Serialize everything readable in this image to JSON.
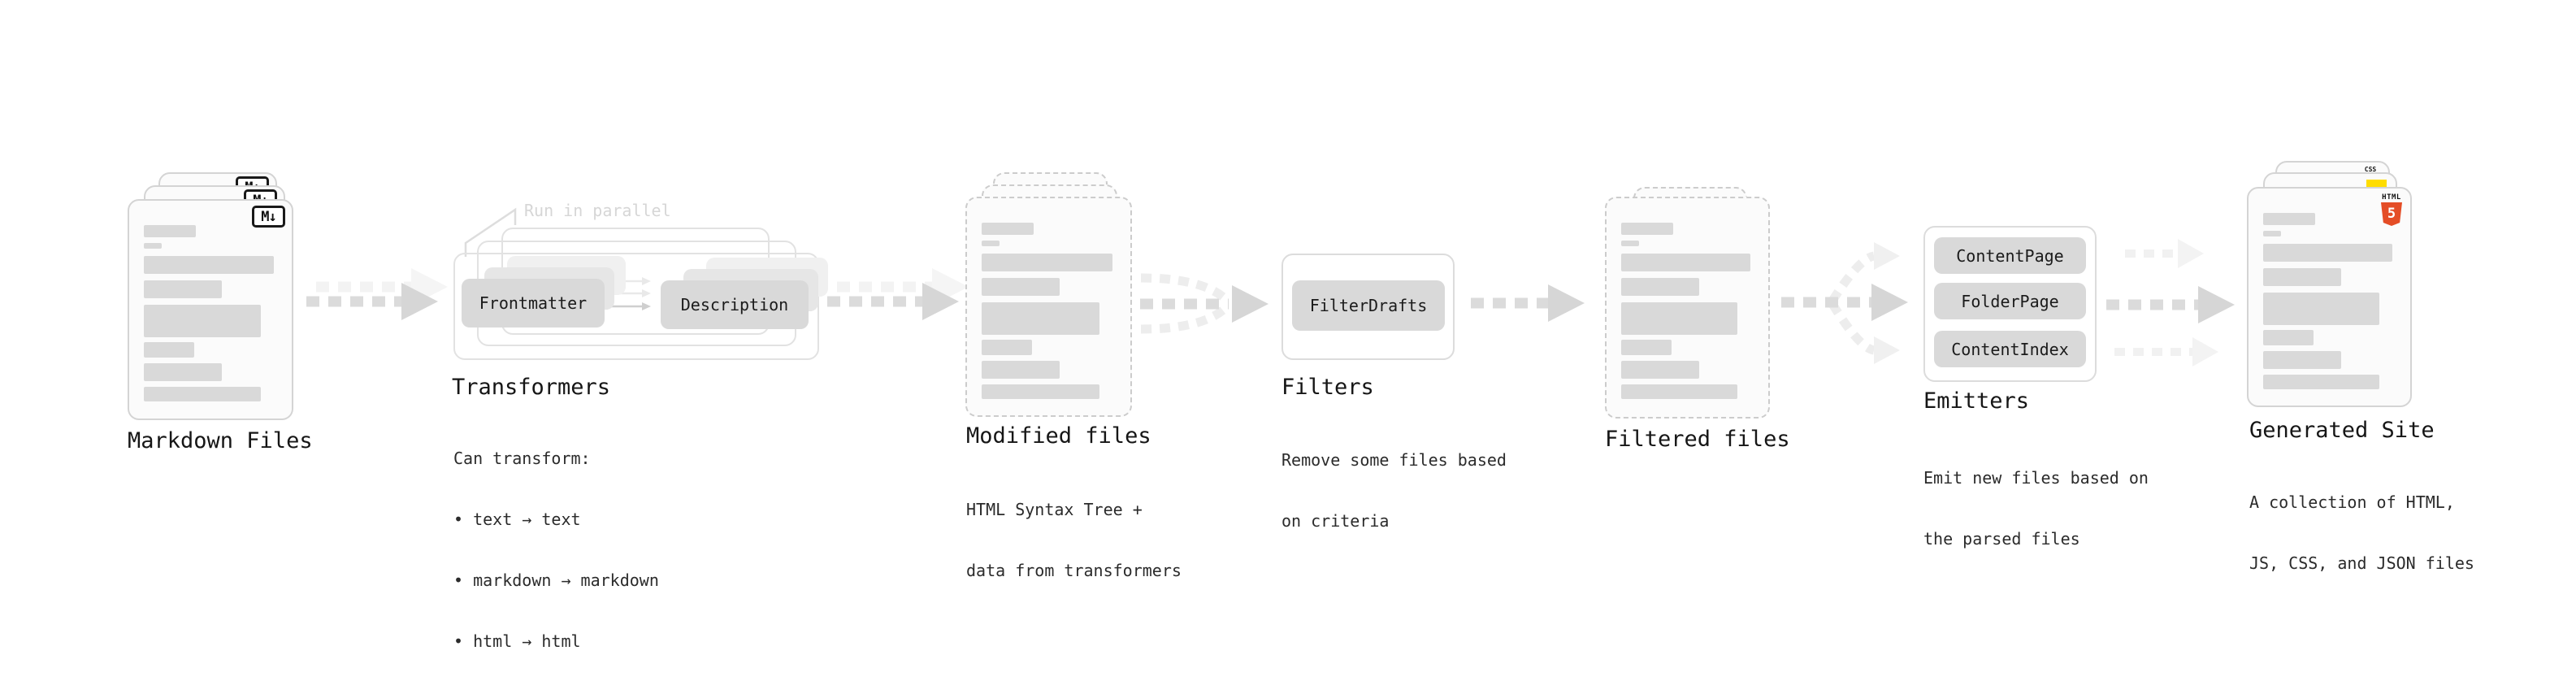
{
  "palette": {
    "ink": "#161616",
    "body_text": "#2b2b2b",
    "annotation_gray": "#d6d6d6",
    "chip_gray": "#d9d9d9",
    "skeleton_gray": "#d9d9d9",
    "card_border": "#d4d4d4",
    "dashed_border": "#cccccc",
    "arrow_gray": "#dbdbdb",
    "arrow_ghost": "#f2f2f2",
    "html5_orange": "#e44d26",
    "js_yellow": "#ffdd00",
    "css_blue": "#2c5cf2"
  },
  "stages": {
    "markdown_files": {
      "label": "Markdown Files",
      "badge": "M↓"
    },
    "transformers": {
      "annotation": "Run in parallel",
      "chips": [
        "Frontmatter",
        "Description"
      ],
      "label": "Transformers",
      "desc_title": "Can transform:",
      "bullets": [
        "• text → text",
        "• markdown → markdown",
        "• html → html"
      ]
    },
    "modified_files": {
      "label": "Modified files",
      "desc_lines": [
        "HTML Syntax Tree +",
        "data from transformers"
      ]
    },
    "filters": {
      "chip": "FilterDrafts",
      "label": "Filters",
      "desc_lines": [
        "Remove some files based",
        "on criteria"
      ]
    },
    "filtered_files": {
      "label": "Filtered files"
    },
    "emitters": {
      "chips": [
        "ContentPage",
        "FolderPage",
        "ContentIndex"
      ],
      "label": "Emitters",
      "desc_lines": [
        "Emit new files based on",
        "the parsed files"
      ]
    },
    "generated_site": {
      "label": "Generated Site",
      "desc_lines": [
        "A collection of HTML,",
        "JS, CSS, and JSON files"
      ],
      "badges": {
        "html5_label": "HTML",
        "html5_number": "5",
        "css_label": "CSS"
      }
    }
  }
}
